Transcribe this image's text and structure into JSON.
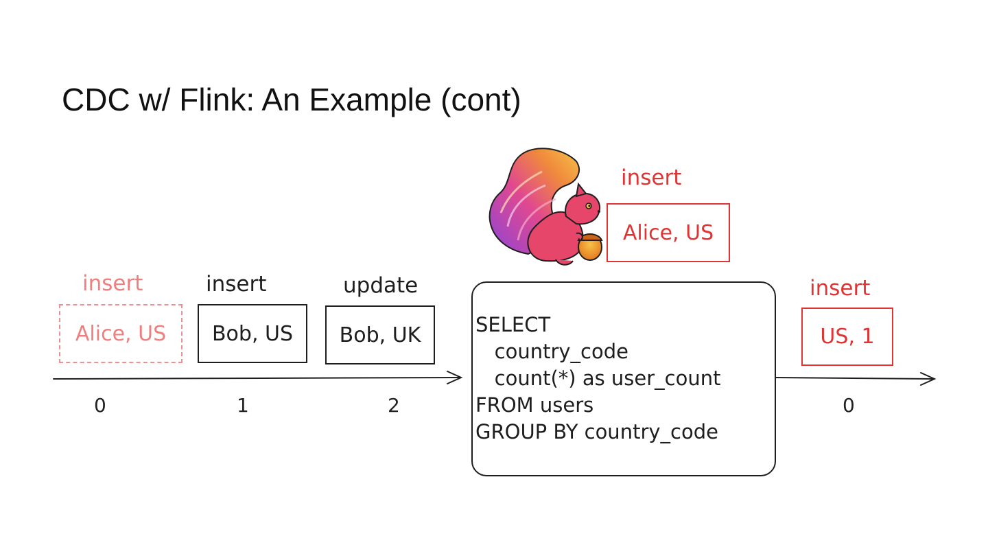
{
  "title": "CDC w/ Flink: An Example (cont)",
  "colors": {
    "ink": "#1e1e1e",
    "red": "#e03434",
    "pink_faded": "#ef7f7f",
    "squirrel_body": "#e5466a",
    "squirrel_tail": [
      "#9b4de0",
      "#f08a3c",
      "#f7c24a"
    ]
  },
  "input_stream": {
    "events": [
      {
        "op": "insert",
        "record": "Alice, US",
        "offset": "0",
        "state": "faded-dashed"
      },
      {
        "op": "insert",
        "record": "Bob, US",
        "offset": "1",
        "state": "normal"
      },
      {
        "op": "update",
        "record": "Bob, UK",
        "offset": "2",
        "state": "normal"
      }
    ]
  },
  "flink": {
    "logo_icon": "flink-squirrel-icon",
    "current_event": {
      "op": "insert",
      "record": "Alice, US"
    },
    "query_lines": [
      "SELECT",
      "   country_code",
      "   count(*) as user_count",
      "FROM users",
      "GROUP BY country_code"
    ]
  },
  "output_stream": {
    "events": [
      {
        "op": "insert",
        "record": "US, 1",
        "offset": "0"
      }
    ]
  }
}
